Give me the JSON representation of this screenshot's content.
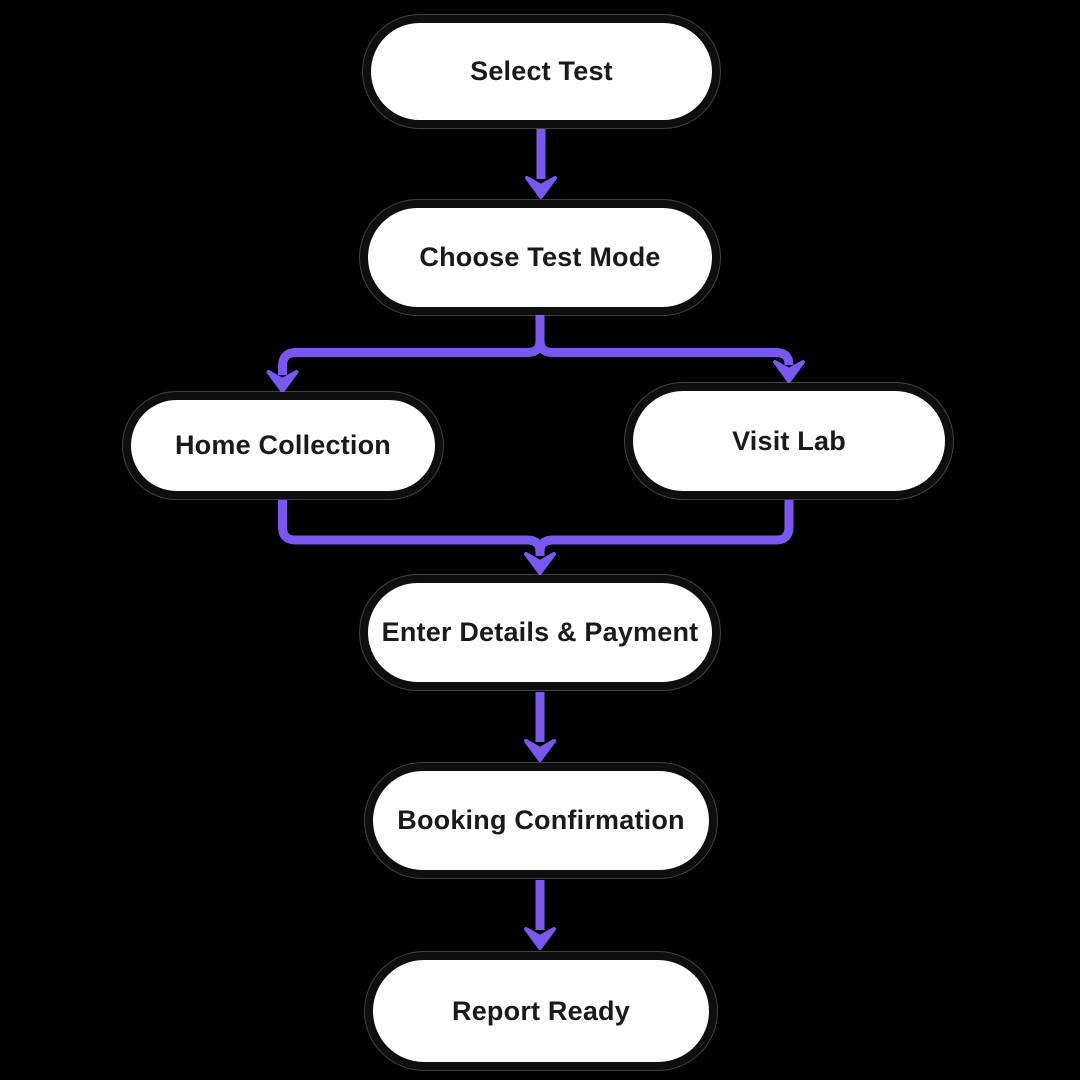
{
  "diagram": {
    "type": "flowchart",
    "nodes": [
      {
        "id": "select-test",
        "label": "Select Test"
      },
      {
        "id": "choose-test-mode",
        "label": "Choose Test Mode"
      },
      {
        "id": "home-collection",
        "label": "Home Collection"
      },
      {
        "id": "visit-lab",
        "label": "Visit Lab"
      },
      {
        "id": "enter-details-payment",
        "label": "Enter Details & Payment"
      },
      {
        "id": "booking-confirmation",
        "label": "Booking Confirmation"
      },
      {
        "id": "report-ready",
        "label": "Report Ready"
      }
    ],
    "edges": [
      {
        "from": "select-test",
        "to": "choose-test-mode"
      },
      {
        "from": "choose-test-mode",
        "to": "home-collection"
      },
      {
        "from": "choose-test-mode",
        "to": "visit-lab"
      },
      {
        "from": "home-collection",
        "to": "enter-details-payment"
      },
      {
        "from": "visit-lab",
        "to": "enter-details-payment"
      },
      {
        "from": "enter-details-payment",
        "to": "booking-confirmation"
      },
      {
        "from": "booking-confirmation",
        "to": "report-ready"
      }
    ],
    "colors": {
      "background": "#000000",
      "node_fill": "#ffffff",
      "node_border": "#0e0e0e",
      "node_outline_hairline": "#919191",
      "arrow": "#7A58F0",
      "text": "#1a1a1a"
    }
  }
}
